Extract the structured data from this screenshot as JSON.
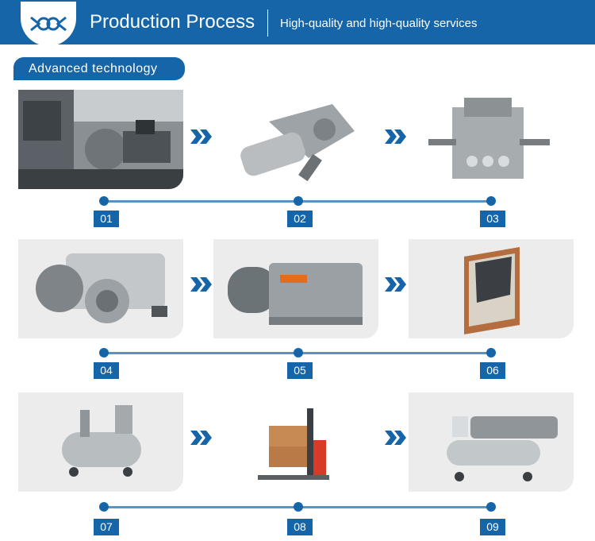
{
  "header": {
    "title": "Production Process",
    "subtitle": "High-quality and high-quality services"
  },
  "section": {
    "tag_label": "Advanced technology"
  },
  "steps": [
    {
      "number": "01"
    },
    {
      "number": "02"
    },
    {
      "number": "03"
    },
    {
      "number": "04"
    },
    {
      "number": "05"
    },
    {
      "number": "06"
    },
    {
      "number": "07"
    },
    {
      "number": "08"
    },
    {
      "number": "09"
    }
  ],
  "colors": {
    "brand": "#1565a8",
    "timeline": "#5a92c2",
    "card_bg": "#e6e6e6"
  }
}
